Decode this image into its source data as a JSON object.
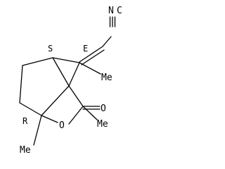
{
  "structure": {
    "atom_labels": {
      "nitrile": "N",
      "nitrile_carbon": "C",
      "oxygen_ketone": "O",
      "oxygen_bridge": "O",
      "methyl_top": "Me",
      "methyl_right": "Me",
      "methyl_bottom": "Me"
    },
    "stereo_labels": {
      "chiral_top": "S",
      "alkene": "E",
      "chiral_bottom": "R"
    },
    "bond_color": "#000000",
    "text_color": "#000000"
  }
}
